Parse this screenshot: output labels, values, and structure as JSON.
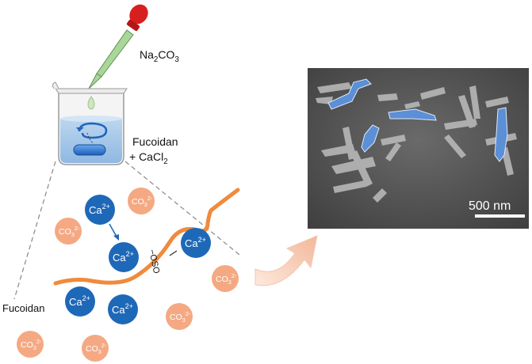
{
  "reagent": {
    "base": "Na",
    "sub1": "2",
    "mid": "CO",
    "sub2": "3"
  },
  "solution": {
    "line1": "Fucoidan",
    "line2_prefix": "+ CaCl",
    "line2_sub": "2"
  },
  "polymer_label": "Fucoidan",
  "sulfate_group": "OSO",
  "sulfate_charge": "−",
  "calcium_ion": {
    "text": "Ca",
    "charge": "2+"
  },
  "carbonate_ion": {
    "text": "CO",
    "sub": "3",
    "charge": "2-"
  },
  "scale_bar": "500 nm",
  "colors": {
    "calcium": "#1e68b8",
    "carbonate": "#f4a983",
    "polymer": "#f08a3c",
    "crystal_highlight": "#5b8fd6",
    "sem_background": "#5a5a5a"
  }
}
